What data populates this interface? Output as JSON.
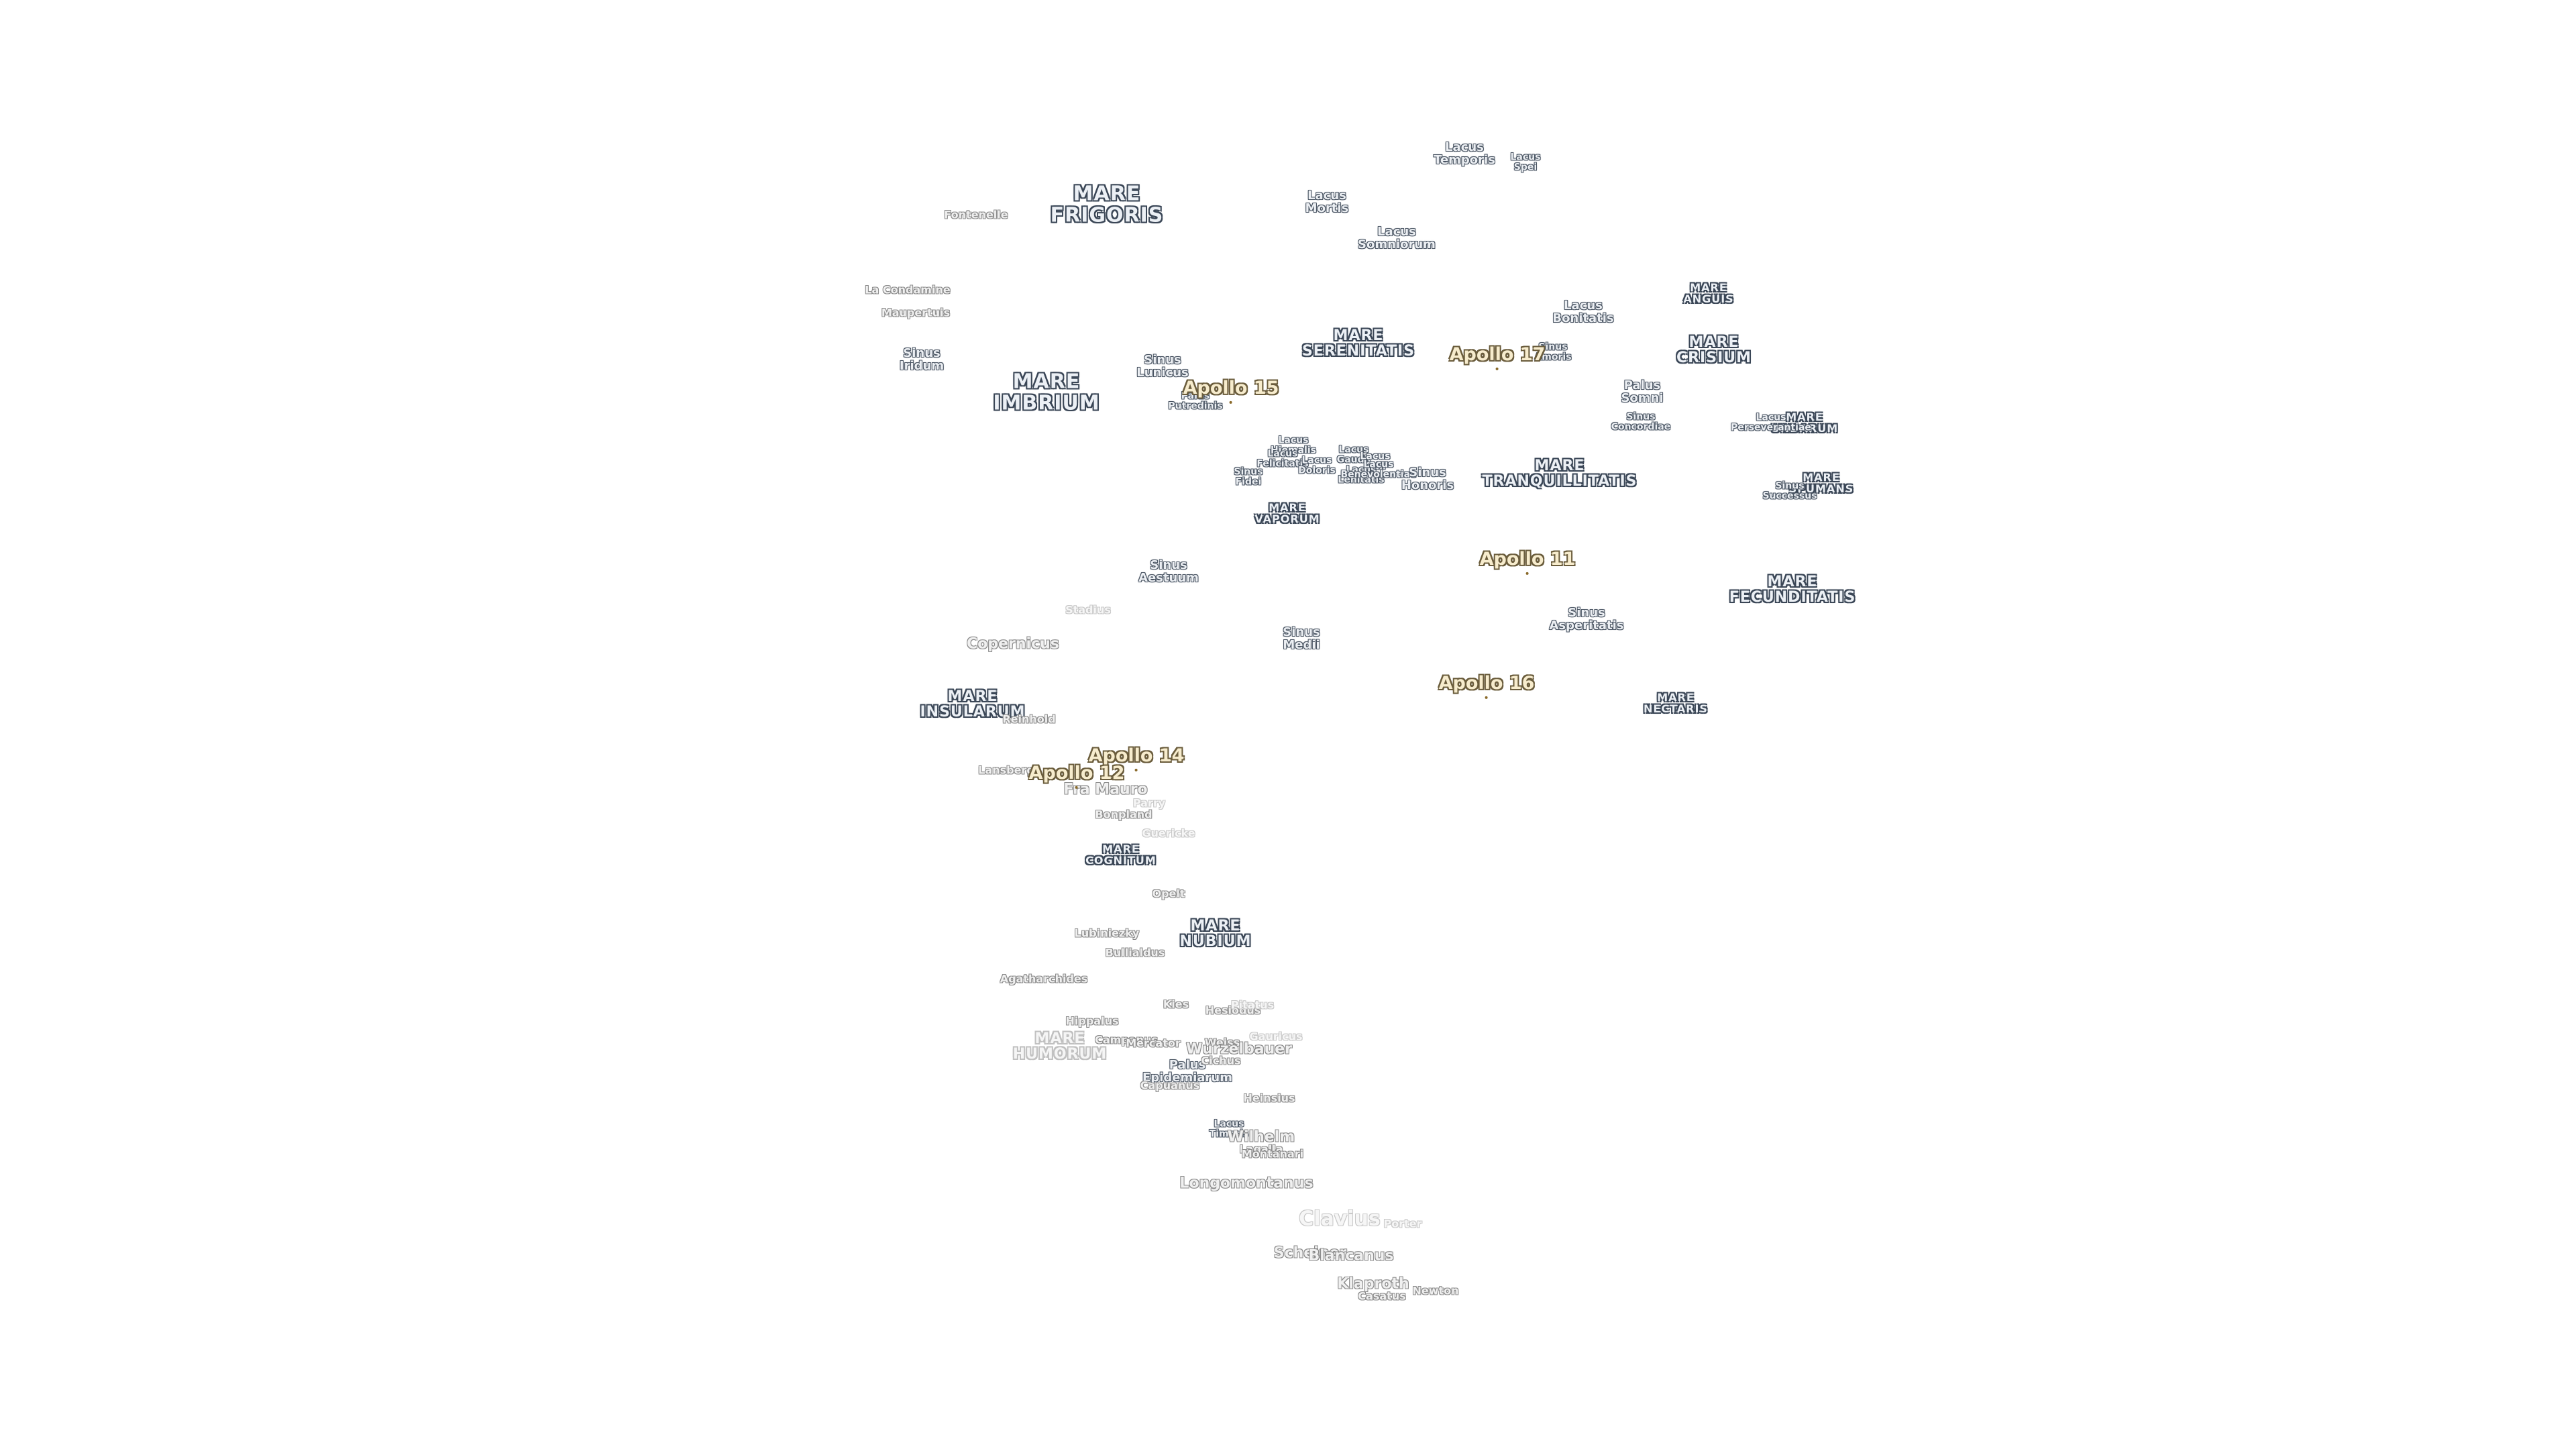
{
  "maria": [
    {
      "id": "mare-frigoris",
      "label": "MARE\nFRIGORIS"
    },
    {
      "id": "mare-imbrium",
      "label": "MARE\nIMBRIUM"
    },
    {
      "id": "mare-serenitatis",
      "label": "MARE\nSERENITATIS"
    },
    {
      "id": "mare-crisium",
      "label": "MARE\nCRISIUM"
    },
    {
      "id": "mare-anguis",
      "label": "MARE\nANGUIS"
    },
    {
      "id": "mare-tranquillitatis",
      "label": "MARE\nTRANQUILLITATIS"
    },
    {
      "id": "mare-undarum",
      "label": "MARE\nUNDARUM"
    },
    {
      "id": "mare-spumans",
      "label": "MARE\nSPUMANS"
    },
    {
      "id": "mare-vaporum",
      "label": "MARE\nVAPORUM"
    },
    {
      "id": "mare-fecunditatis",
      "label": "MARE\nFECUNDITATIS"
    },
    {
      "id": "mare-insularum",
      "label": "MARE\nINSULARUM"
    },
    {
      "id": "mare-nectaris",
      "label": "MARE\nNECTARIS"
    },
    {
      "id": "mare-cognitum",
      "label": "MARE\nCOGNITUM"
    },
    {
      "id": "mare-nubium",
      "label": "MARE\nNUBIUM"
    },
    {
      "id": "mare-humorum",
      "label": "MARE\nHUMORUM"
    }
  ],
  "features": [
    {
      "id": "lacus-temporis",
      "label": "Lacus\nTemporis"
    },
    {
      "id": "lacus-spei",
      "label": "Lacus\nSpei"
    },
    {
      "id": "lacus-mortis",
      "label": "Lacus\nMortis"
    },
    {
      "id": "lacus-somniorum",
      "label": "Lacus\nSomniorum"
    },
    {
      "id": "lacus-bonitatis",
      "label": "Lacus\nBonitatis"
    },
    {
      "id": "sinus-amoris",
      "label": "Sinus\nAmoris"
    },
    {
      "id": "sinus-iridum",
      "label": "Sinus\nIridum"
    },
    {
      "id": "sinus-lunicus",
      "label": "Sinus\nLunicus"
    },
    {
      "id": "palus-putredinis",
      "label": "Palus\nPutredinis"
    },
    {
      "id": "palus-somni",
      "label": "Palus\nSomni"
    },
    {
      "id": "sinus-concordiae",
      "label": "Sinus\nConcordiae"
    },
    {
      "id": "lacus-perseverantiae",
      "label": "Lacus\nPerseverantiae"
    },
    {
      "id": "sinus-successus",
      "label": "Sinus\nSuccessus"
    },
    {
      "id": "lacus-hiemalis",
      "label": "Lacus\nHiemalis"
    },
    {
      "id": "lacus-felicitatis",
      "label": "Lacus\nFelicitatis"
    },
    {
      "id": "lacus-doloris",
      "label": "Lacus\nDoloris"
    },
    {
      "id": "lacus-gaudii",
      "label": "Lacus\nGaudii"
    },
    {
      "id": "lacus-odii",
      "label": "Lacus\nOdii"
    },
    {
      "id": "lacus-lenitatis",
      "label": "Lacus\nLenitatis"
    },
    {
      "id": "lacus-benevolentiae",
      "label": "Lacus\nBenevolentiae"
    },
    {
      "id": "sinus-fidei",
      "label": "Sinus\nFidei"
    },
    {
      "id": "sinus-honoris",
      "label": "Sinus\nHonoris"
    },
    {
      "id": "sinus-aestuum",
      "label": "Sinus\nAestuum"
    },
    {
      "id": "sinus-medii",
      "label": "Sinus\nMedii"
    },
    {
      "id": "sinus-asperitatis",
      "label": "Sinus\nAsperitatis"
    },
    {
      "id": "palus-epidemiarum",
      "label": "Palus\nEpidemiarum"
    },
    {
      "id": "lacus-timoris",
      "label": "Lacus\nTimoris"
    }
  ],
  "craters": [
    {
      "id": "fontenelle",
      "label": "Fontenelle"
    },
    {
      "id": "la-condamine",
      "label": "La Condamine"
    },
    {
      "id": "maupertuis",
      "label": "Maupertuis"
    },
    {
      "id": "stadius",
      "label": "Stadius"
    },
    {
      "id": "copernicus",
      "label": "Copernicus"
    },
    {
      "id": "reinhold",
      "label": "Reinhold"
    },
    {
      "id": "lansberg",
      "label": "Lansberg"
    },
    {
      "id": "fra-mauro",
      "label": "Fra Mauro"
    },
    {
      "id": "parry",
      "label": "Parry"
    },
    {
      "id": "bonpland",
      "label": "Bonpland"
    },
    {
      "id": "guericke",
      "label": "Guericke"
    },
    {
      "id": "opelt",
      "label": "Opelt"
    },
    {
      "id": "lubiniezky",
      "label": "Lubiniezky"
    },
    {
      "id": "bullialdus",
      "label": "Bullialdus"
    },
    {
      "id": "agatharchides",
      "label": "Agatharchides"
    },
    {
      "id": "kies",
      "label": "Kies"
    },
    {
      "id": "hesiodus",
      "label": "Hesiodus"
    },
    {
      "id": "pitatus",
      "label": "Pitatus"
    },
    {
      "id": "hippalus",
      "label": "Hippalus"
    },
    {
      "id": "campanus",
      "label": "Campanus"
    },
    {
      "id": "mercator",
      "label": "Mercator"
    },
    {
      "id": "weiss",
      "label": "Weiss"
    },
    {
      "id": "wurzelbauer",
      "label": "Wurzelbauer"
    },
    {
      "id": "cichus",
      "label": "Cichus"
    },
    {
      "id": "capuanus",
      "label": "Capuanus"
    },
    {
      "id": "gauricus",
      "label": "Gauricus"
    },
    {
      "id": "heinsius",
      "label": "Heinsius"
    },
    {
      "id": "wilhelm",
      "label": "Wilhelm"
    },
    {
      "id": "lagalla",
      "label": "Lagalla"
    },
    {
      "id": "montanari",
      "label": "Montanari"
    },
    {
      "id": "longomontanus",
      "label": "Longomontanus"
    },
    {
      "id": "clavius",
      "label": "Clavius"
    },
    {
      "id": "porter",
      "label": "Porter"
    },
    {
      "id": "scheiner",
      "label": "Scheiner"
    },
    {
      "id": "blancanus",
      "label": "Blancanus"
    },
    {
      "id": "klaproth",
      "label": "Klaproth"
    },
    {
      "id": "casatus",
      "label": "Casatus"
    },
    {
      "id": "newton",
      "label": "Newton"
    }
  ],
  "apollo_sites": [
    {
      "id": "apollo-15",
      "label": "Apollo 15"
    },
    {
      "id": "apollo-17",
      "label": "Apollo 17"
    },
    {
      "id": "apollo-11",
      "label": "Apollo 11"
    },
    {
      "id": "apollo-16",
      "label": "Apollo 16"
    },
    {
      "id": "apollo-14",
      "label": "Apollo 14"
    },
    {
      "id": "apollo-12",
      "label": "Apollo 12"
    }
  ],
  "colors": {
    "background": "#ffffff",
    "mare_outline": "#3a4656",
    "crater_outline": "#8a8a8a",
    "apollo_fill": "#f7eccd",
    "apollo_outline": "#6a5c3c"
  }
}
